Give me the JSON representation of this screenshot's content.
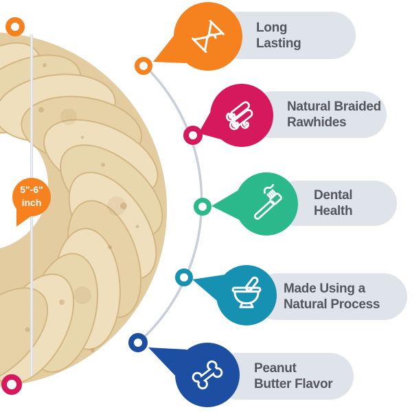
{
  "product": {
    "name": "braided rawhide ring",
    "size_label_line1": "5\"-6\"",
    "size_label_line2": "inch"
  },
  "features": [
    {
      "name": "long-lasting",
      "icon": "hourglass-icon",
      "line1": "Long",
      "line2": "Lasting",
      "color": "#F5821F"
    },
    {
      "name": "natural-braided-rawhides",
      "icon": "rawhide-rolls-icon",
      "line1": "Natural Braided",
      "line2": "Rawhides",
      "color": "#D6185C"
    },
    {
      "name": "dental-health",
      "icon": "toothbrush-icon",
      "line1": "Dental",
      "line2": "Health",
      "color": "#2BB98C"
    },
    {
      "name": "made-using-natural-process",
      "icon": "mortar-pestle-icon",
      "line1": "Made Using a",
      "line2": "Natural Process",
      "color": "#1791B2"
    },
    {
      "name": "peanut-butter-flavor",
      "icon": "bone-icon",
      "line1": "Peanut",
      "line2": "Butter Flavor",
      "color": "#1C4FA1"
    }
  ],
  "styles": {
    "pill_bg": "#DFE3EA",
    "text_color": "#54565B",
    "arc_color": "#C8CFDB",
    "line_color": "#D5DAE1",
    "badge_text_color": "#ffffff",
    "product_base": "#E3CDA0",
    "product_light": "#EFDFBC",
    "product_mid": "#E8D6AC",
    "product_dark": "#E6D2A6",
    "product_stroke": "#D2B684",
    "product_speckle": "#A87B44"
  }
}
